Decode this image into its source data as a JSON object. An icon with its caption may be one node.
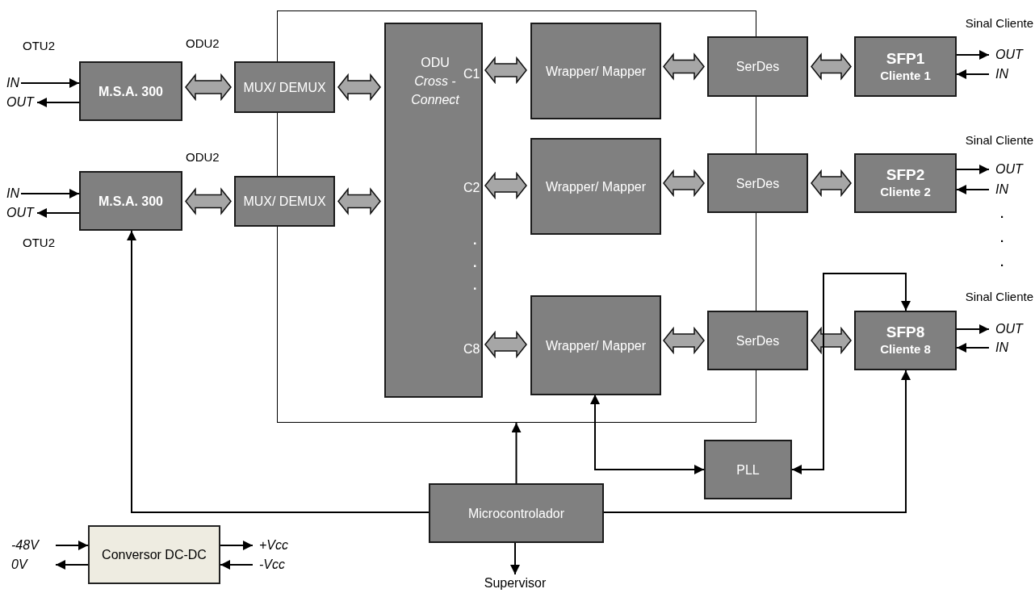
{
  "diagram": {
    "nodes": [
      {
        "text": [],
        "shape": "box"
      },
      {
        "text": [
          "M.S.A. 300"
        ]
      },
      {
        "text": [
          "MUX/ DEMUX"
        ]
      },
      {
        "text": [
          "ODU *Cross* - *Connect*",
          "C1",
          "C2",
          ". . .",
          "C8"
        ],
        "in": 0
      },
      {
        "text": [
          "Wrapper/ Mapper"
        ],
        "in": 0
      },
      {
        "text": [
          "SerDes"
        ]
      },
      {
        "text": [
          "SFP1",
          "Cliente 1"
        ]
      },
      {
        "text": [
          "Wrapper/ Mapper"
        ],
        "in": 0
      },
      {
        "text": [
          "SerDes"
        ]
      },
      {
        "text": [
          "SFP2",
          "Cliente 2"
        ]
      },
      {
        "text": [
          "M.S.A. 300"
        ]
      },
      {
        "text": [
          "MUX/ DEMUX"
        ]
      },
      {
        "text": [
          "Wrapper/ Mapper"
        ],
        "in": 0
      },
      {
        "text": [
          "SerDes"
        ]
      },
      {
        "text": [
          "SFP8",
          "Cliente 8"
        ]
      },
      {
        "text": [
          "PLL"
        ]
      },
      {
        "text": [
          "Microcontrolador"
        ]
      },
      {
        "text": [
          "Conversor DC-DC"
        ]
      },
      {
        "text": [
          "Supervisor"
        ]
      },
      {
        "text": [
          "IN"
        ]
      },
      {
        "text": [
          "OUT"
        ]
      },
      {
        "text": [
          "IN"
        ]
      },
      {
        "text": [
          "OUT"
        ]
      },
      {
        "text": [
          "OUT"
        ]
      },
      {
        "text": [
          "IN"
        ]
      },
      {
        "text": [
          "OUT"
        ]
      },
      {
        "text": [
          "IN"
        ]
      },
      {
        "text": [
          "OUT"
        ]
      },
      {
        "text": [
          "IN"
        ]
      },
      {
        "text": [
          "-48V"
        ]
      },
      {
        "text": [
          "0V"
        ]
      },
      {
        "text": [
          "+Vcc"
        ]
      },
      {
        "text": [
          "-Vcc"
        ]
      }
    ],
    "edges": [
      {
        "from": 1,
        "to": 2,
        "arrow": "both",
        "style": "thick",
        "color": "#a6a6a6"
      },
      {
        "from": 2,
        "to": 3,
        "arrow": "both",
        "style": "thick",
        "color": "#a6a6a6"
      },
      {
        "from": 10,
        "to": 11,
        "arrow": "both",
        "style": "thick",
        "color": "#a6a6a6"
      },
      {
        "from": 11,
        "to": 3,
        "arrow": "both",
        "style": "thick",
        "color": "#a6a6a6"
      },
      {
        "from": 3,
        "to": 4,
        "arrow": "both",
        "style": "thick",
        "color": "#a6a6a6"
      },
      {
        "from": 4,
        "to": 5,
        "arrow": "both",
        "style": "thick",
        "color": "#a6a6a6"
      },
      {
        "from": 5,
        "to": 6,
        "arrow": "both",
        "style": "thick",
        "color": "#a6a6a6"
      },
      {
        "from": 3,
        "to": 7,
        "arrow": "both",
        "style": "thick",
        "color": "#a6a6a6"
      },
      {
        "from": 7,
        "to": 8,
        "arrow": "both",
        "style": "thick",
        "color": "#a6a6a6"
      },
      {
        "from": 8,
        "to": 9,
        "arrow": "both",
        "style": "thick",
        "color": "#a6a6a6"
      },
      {
        "from": 3,
        "to": 12,
        "arrow": "both",
        "style": "thick",
        "color": "#a6a6a6"
      },
      {
        "from": 12,
        "to": 13,
        "arrow": "both",
        "style": "thick",
        "color": "#a6a6a6"
      },
      {
        "from": 13,
        "to": 14,
        "arrow": "both",
        "style": "thick",
        "color": "#a6a6a6"
      },
      {
        "from": 16,
        "to": 0,
        "arrow": "to"
      },
      {
        "from": 16,
        "to": 10,
        "arrow": "to"
      },
      {
        "from": 16,
        "to": 14,
        "arrow": "to"
      },
      {
        "from": 16,
        "to": 18,
        "arrow": "to"
      },
      {
        "from": 12,
        "to": 15,
        "arrow": "both"
      },
      {
        "from": 15,
        "to": 14,
        "arrow": "both"
      },
      {
        "from": 19,
        "to": 1,
        "arrow": "to"
      },
      {
        "from": 1,
        "to": 20,
        "arrow": "to"
      },
      {
        "from": 21,
        "to": 10,
        "arrow": "to"
      },
      {
        "from": 10,
        "to": 22,
        "arrow": "to"
      },
      {
        "from": 6,
        "to": 23,
        "arrow": "to"
      },
      {
        "from": 24,
        "to": 6,
        "arrow": "to"
      },
      {
        "from": 9,
        "to": 25,
        "arrow": "to"
      },
      {
        "from": 26,
        "to": 9,
        "arrow": "to"
      },
      {
        "from": 14,
        "to": 27,
        "arrow": "to"
      },
      {
        "from": 28,
        "to": 14,
        "arrow": "to"
      },
      {
        "from": 29,
        "to": 17,
        "arrow": "to"
      },
      {
        "from": 17,
        "to": 30,
        "arrow": "to"
      },
      {
        "from": 17,
        "to": 31,
        "arrow": "to"
      },
      {
        "from": 32,
        "to": 17,
        "arrow": "to"
      }
    ],
    "labels": [
      "OTU2",
      "ODU2",
      "Sinal Cliente",
      "ODU2",
      "Sinal Cliente",
      "OTU2",
      ". . .",
      "Sinal Cliente"
    ]
  }
}
